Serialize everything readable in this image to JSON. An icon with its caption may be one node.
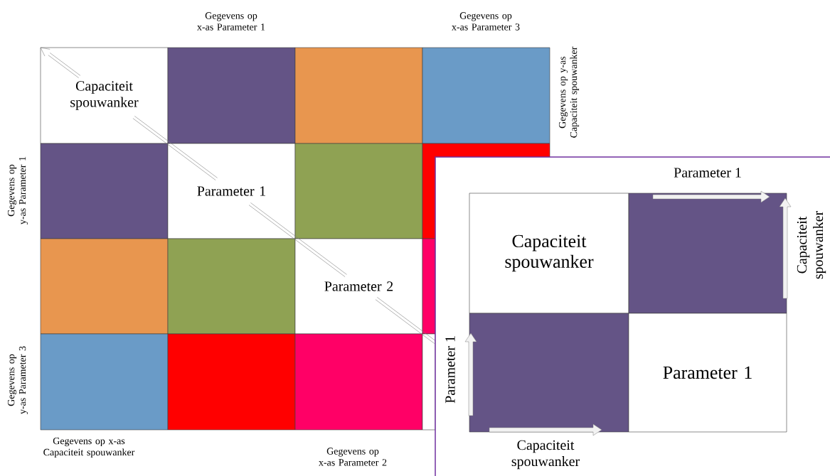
{
  "diagram": {
    "nodes": [
      {
        "text": [
          "Capaciteit spouwanker"
        ]
      },
      {
        "text": [],
        "shape": "box"
      },
      {
        "text": [],
        "shape": "box"
      },
      {
        "text": [],
        "shape": "box"
      },
      {
        "text": [],
        "shape": "box"
      },
      {
        "text": [
          "Parameter 1"
        ]
      },
      {
        "text": [],
        "shape": "box"
      },
      {
        "text": [],
        "shape": "box"
      },
      {
        "text": [],
        "shape": "box"
      },
      {
        "text": [],
        "shape": "box"
      },
      {
        "text": [
          "Parameter 2"
        ]
      },
      {
        "text": [],
        "shape": "box"
      },
      {
        "text": [],
        "shape": "box"
      },
      {
        "text": [],
        "shape": "box"
      },
      {
        "text": [],
        "shape": "box"
      },
      {
        "text": [],
        "shape": "box"
      },
      {
        "text": [],
        "shape": "box"
      },
      {
        "text": [
          "Capaciteit spouwanker"
        ],
        "in": 16
      },
      {
        "text": [],
        "shape": "box",
        "in": 16
      },
      {
        "text": [],
        "shape": "box",
        "in": 16
      },
      {
        "text": [
          "Parameter 1"
        ],
        "in": 16
      }
    ],
    "labels": [
      "Gegevens op x-as Parameter 1",
      "Gegevens op x-as Parameter 3",
      "Gegevens op y-as Capaciteit spouwanker",
      "Gegevens op y-as Parameter 1",
      "Parameter 1",
      "Capaciteit spouwanker",
      "Gegevens op y-as Parameter 3",
      "Parameter 1",
      "Gegevens op x-as Capaciteit spouwanker",
      "Gegevens op x-as Parameter 2",
      "Capaciteit spouwanker"
    ]
  }
}
